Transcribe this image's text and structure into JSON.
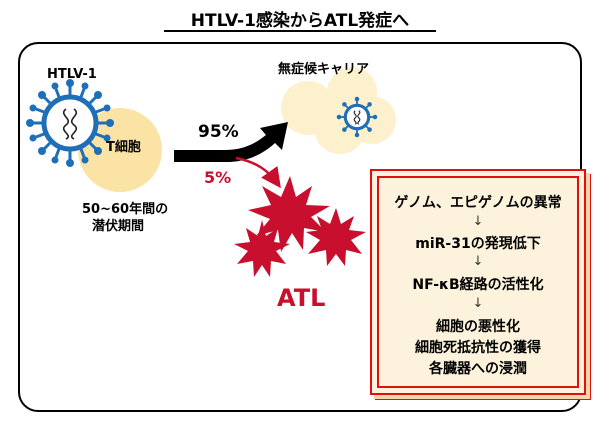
{
  "title": "HTLV-1感染からATL発症へ",
  "virus_label": "HTLV-1",
  "tcell_label": "T細胞",
  "latency_label": [
    "50~60年間の",
    "潜伏期間"
  ],
  "carrier_label": "無症候キャリア",
  "pct_95": "95%",
  "pct_5": "5%",
  "atl_label": "ATL",
  "steps": [
    "ゲノム、エピゲノムの異常",
    "miR-31の発現低下",
    "NF-κB経路の活性化",
    "細胞の悪性化",
    "細胞死抵抗性の獲得",
    "各臓器への浸潤"
  ],
  "step_arrow": "↓",
  "colors": {
    "cell": "#fbe3a6",
    "virus": "#1e6fb8",
    "atl": "#c8102e",
    "box_border": "#e01010",
    "box_bg": "#fdf3dc"
  },
  "icons": [
    "virus-icon",
    "cell-icon",
    "tumor-cell-icon",
    "arrow-icon"
  ]
}
